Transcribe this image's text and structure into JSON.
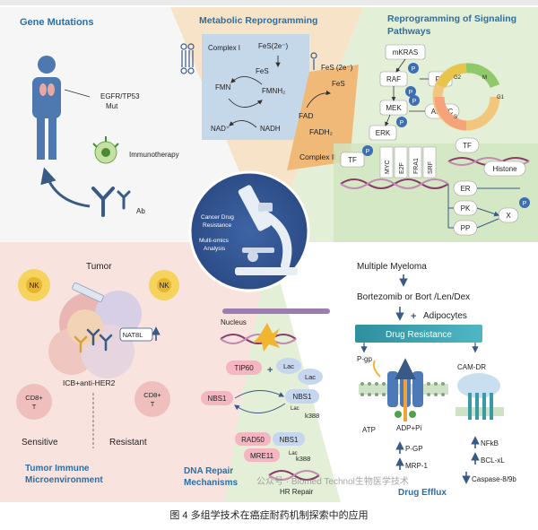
{
  "header": {
    "title_fragment": "Figure banner (top edge)"
  },
  "caption": {
    "text": "图 4 多组学技术在癌症耐药机制探索中的应用"
  },
  "watermark": {
    "text": "公众号 · Biomed Technol生物医学技术"
  },
  "center": {
    "line1": "Cancer Drug",
    "line2": "Resistance",
    "line3": "Multi-omics",
    "line4": "Analysis"
  },
  "gene_mutations": {
    "title": "Gene Mutations",
    "mutation_label_1": "EGFR/TP53",
    "mutation_label_2": "Mut",
    "immunotherapy": "Immunotherapy",
    "antibody": "Ab"
  },
  "metabolic": {
    "title": "Metabolic Reprogramming",
    "complex1": "Complex I",
    "fes_2e": "FeS(2e⁻)",
    "fes": "FeS",
    "fmn": "FMN",
    "fmnh2": "FMNH₂",
    "nad": "NAD⁺",
    "nadh": "NADH",
    "fes_2e_b": "FeS (2e⁻)",
    "fes_b": "FeS",
    "fad": "FAD",
    "fadh2": "FADH₂",
    "complex2": "Complex II"
  },
  "signaling": {
    "title_line1": "Reprogramming of Signaling",
    "title_line2": "Pathways",
    "mkras": "mKRAS",
    "raf": "RAF",
    "pk_top": "PK",
    "mek": "MEK",
    "erk": "ERK",
    "apcc": "APC/C",
    "phospho": "P",
    "cycle": {
      "m": "M",
      "g2": "G2",
      "g1": "G1",
      "s": "S"
    },
    "tf_left": "TF",
    "tf_genes": [
      "MYC",
      "E2F",
      "FRA1",
      "SRF"
    ],
    "tf_right": "TF",
    "histone": "Histone",
    "er": "ER",
    "pk": "PK",
    "pp": "PP",
    "x": "X"
  },
  "tumor": {
    "title": "Tumor",
    "nk_left": "NK",
    "nk_right": "NK",
    "nat8l": "NAT8L",
    "icb": "ICB+anti-HER2",
    "cd8_left": "CD8+\nT",
    "cd8_right": "CD8+\nT",
    "sensitive": "Sensitive",
    "resistant": "Resistant",
    "section_title_1": "Tumor Immune",
    "section_title_2": "Microenvironment"
  },
  "dna": {
    "nucleus": "Nucleus",
    "tip60": "TIP60",
    "lac_1": "Lac",
    "lac_2": "Lac",
    "nbs1_left": "NBS1",
    "nbs1_right": "NBS1",
    "lac_small": "Lac",
    "k388": "k388",
    "rad50": "RAD50",
    "nbs1_bottom": "NBS1",
    "mre11": "MRE11",
    "lac_bottom": "Lac",
    "k388_bottom": "k388",
    "hr_repair": "HR Repair",
    "section_title_1": "DNA Repair",
    "section_title_2": "Mechanisms"
  },
  "efflux": {
    "myeloma": "Multiple Myeloma",
    "drugs": "Bortezomib or Bort /Len/Dex",
    "adipocytes": "Adipocytes",
    "plus": "+",
    "drug_resistance": "Drug Resistance",
    "pgp": "P-gp",
    "camdr": "CAM-DR",
    "atp": "ATP",
    "adp": "ADP+Pi",
    "pgp_up": "P-GP",
    "mrp1": "MRP-1",
    "nfkb": "NFkB",
    "bclxl": "BCL-xL",
    "caspase": "Caspase-8/9b",
    "section_title": "Drug Efflux"
  },
  "colors": {
    "peach": "#f6e3c8",
    "blue_panel": "#c5d8ea",
    "green": "#dcebd1",
    "pink": "#f8e3df",
    "yellow": "#f3f0cf",
    "dark_blue": "#3a5a86",
    "teal": "#3a9aa8",
    "title_blue": "#2a6fa8"
  }
}
